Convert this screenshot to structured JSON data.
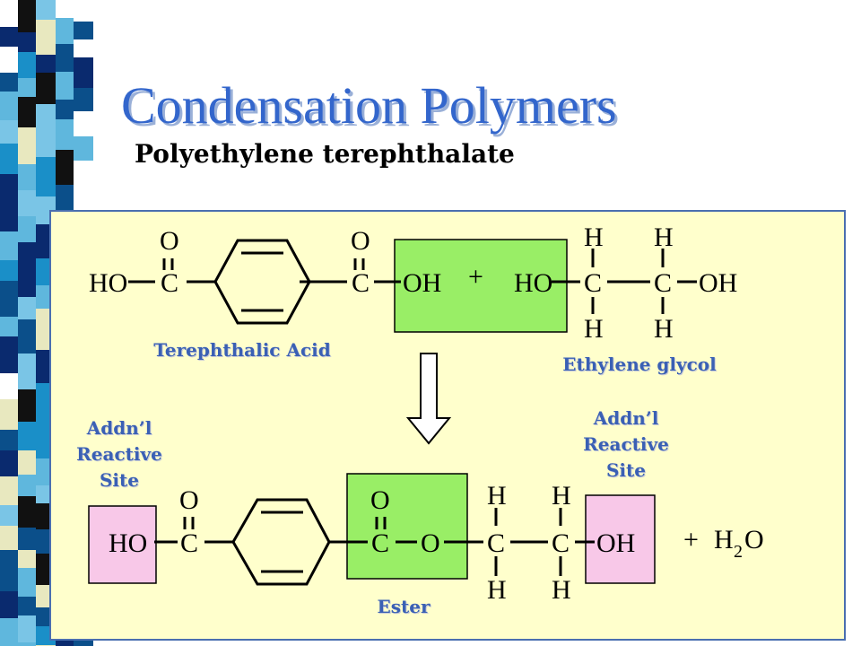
{
  "slide": {
    "title": "Condensation Polymers",
    "subtitle": "Polyethylene terephthalate"
  },
  "colors": {
    "title": "#3366cc",
    "panel_background": "#ffffcc",
    "panel_border": "#4a6fb0",
    "highlight_green": "#99ee66",
    "highlight_pink": "#f8c8e8",
    "label_text": "#3a60b4"
  },
  "diagram": {
    "labels": {
      "terephthalic_acid": "Terephthalic Acid",
      "ethylene_glycol": "Ethylene glycol",
      "ester": "Ester",
      "site_left": [
        "Addn’l",
        "Reactive",
        "Site"
      ],
      "site_right": [
        "Addn’l",
        "Reactive",
        "Site"
      ]
    },
    "reactants": {
      "acid": {
        "left_group": "HO",
        "carbon": "C",
        "oxygen": "O",
        "hydroxyl": "OH"
      },
      "plus": "+",
      "glycol": {
        "hydroxyl_left": "HO",
        "carbon": "C",
        "hydrogen": "H",
        "hydroxyl_right": "OH"
      }
    },
    "products": {
      "left_group": "HO",
      "carbon": "C",
      "oxygen": "O",
      "ester_oxygen": "O",
      "hydrogen": "H",
      "hydroxyl": "OH",
      "plus": "+",
      "water_h": "H",
      "water_sub": "2",
      "water_o": "O"
    },
    "reaction_arrow_icon": "down-arrow-icon"
  }
}
